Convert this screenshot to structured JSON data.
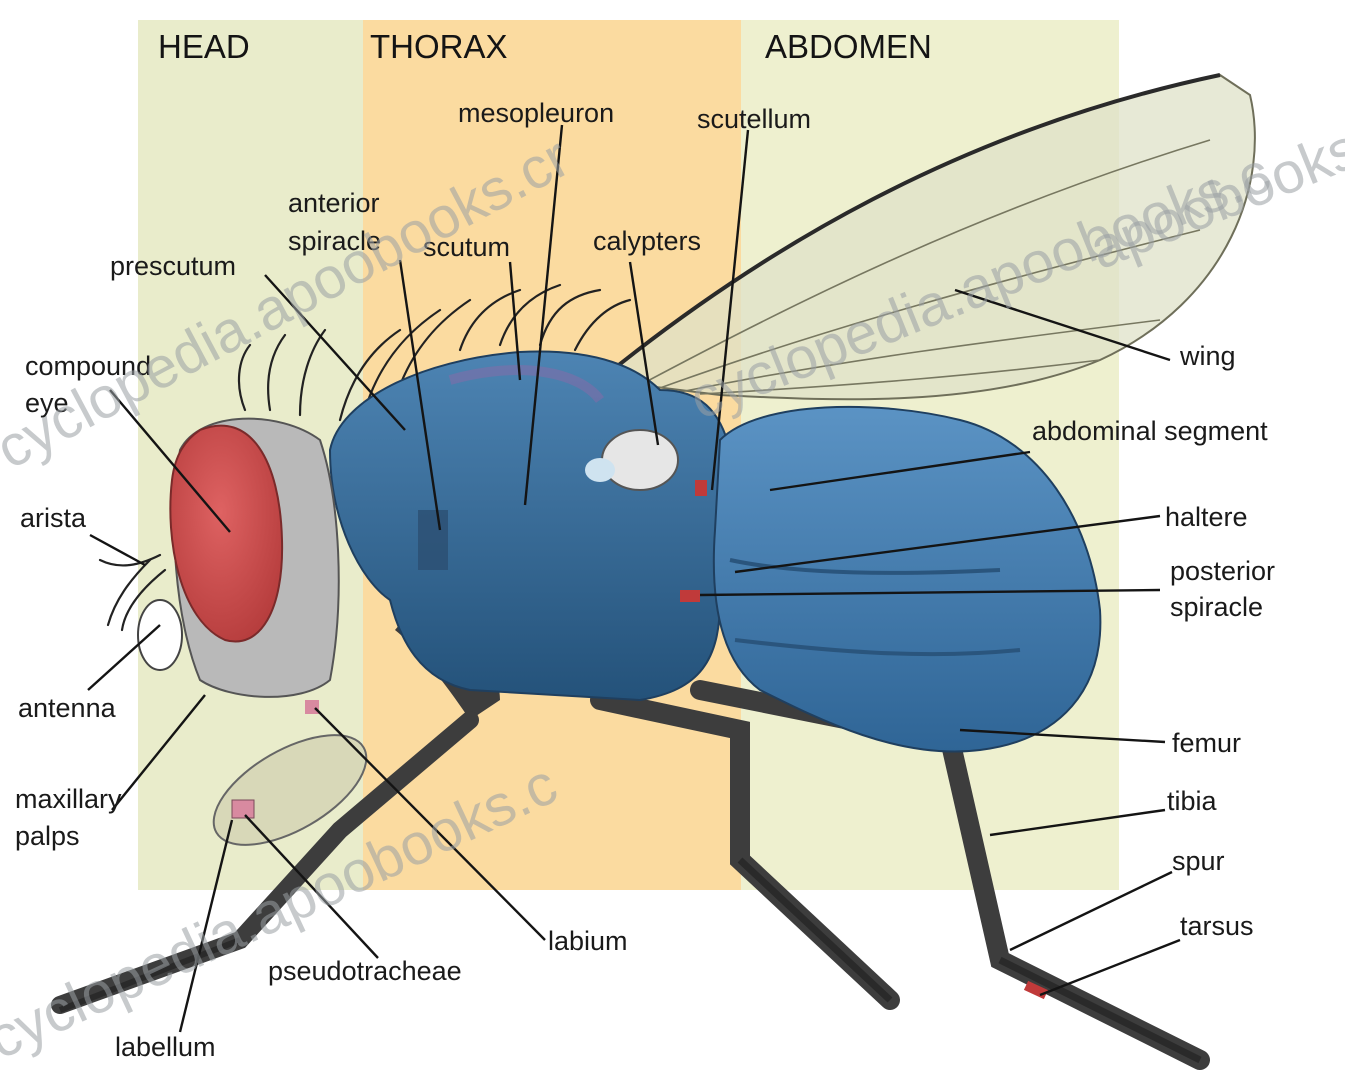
{
  "regions": {
    "head": "HEAD",
    "thorax": "THORAX",
    "abdomen": "ABDOMEN"
  },
  "labels": {
    "mesopleuron": "mesopleuron",
    "scutellum": "scutellum",
    "anterior_spiracle_1": "anterior",
    "anterior_spiracle_2": "spiracle",
    "scutum": "scutum",
    "calypters": "calypters",
    "prescutum": "prescutum",
    "compound_eye_1": "compound",
    "compound_eye_2": "eye",
    "wing": "wing",
    "abdominal_segment": "abdominal segment",
    "arista": "arista",
    "haltere": "haltere",
    "posterior_spiracle_1": "posterior",
    "posterior_spiracle_2": "spiracle",
    "antenna": "antenna",
    "femur": "femur",
    "maxillary_palps_1": "maxillary",
    "maxillary_palps_2": "palps",
    "tibia": "tibia",
    "spur": "spur",
    "tarsus": "tarsus",
    "labium": "labium",
    "pseudotracheae": "pseudotracheae",
    "labellum": "labellum"
  },
  "watermarks": [
    "cyclopedia.apoobooks.cr",
    "apoobooks.c",
    "cyclopedia.apoobooks.c",
    "cyclopedia.apoobooks.c"
  ],
  "colors": {
    "head_region": "#e9eccb",
    "thorax_region": "#fbdba0",
    "abdomen_region": "#eef0cf",
    "body_blue": "#33648f",
    "eye_red": "#cc4848",
    "leg_dark": "#3d3d3d",
    "wing_fill": "#dfe1c8"
  }
}
